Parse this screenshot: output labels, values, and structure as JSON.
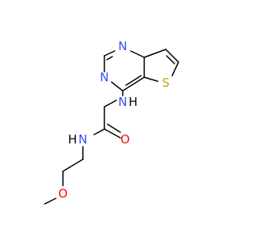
{
  "molecule": {
    "atoms": {
      "n_ring_top": "N",
      "n_ring_left": "N",
      "sulfur": "S",
      "n_amine": "N",
      "h_amine": "H",
      "o_carbonyl": "O",
      "n_amide": "N",
      "h_amide": "H",
      "o_ether": "O"
    }
  },
  "colors": {
    "bond": "#000000",
    "nitrogen": "#3050f8",
    "oxygen": "#ff0d0d",
    "sulfur": "#c8a800",
    "hydrogen": "#000000"
  }
}
